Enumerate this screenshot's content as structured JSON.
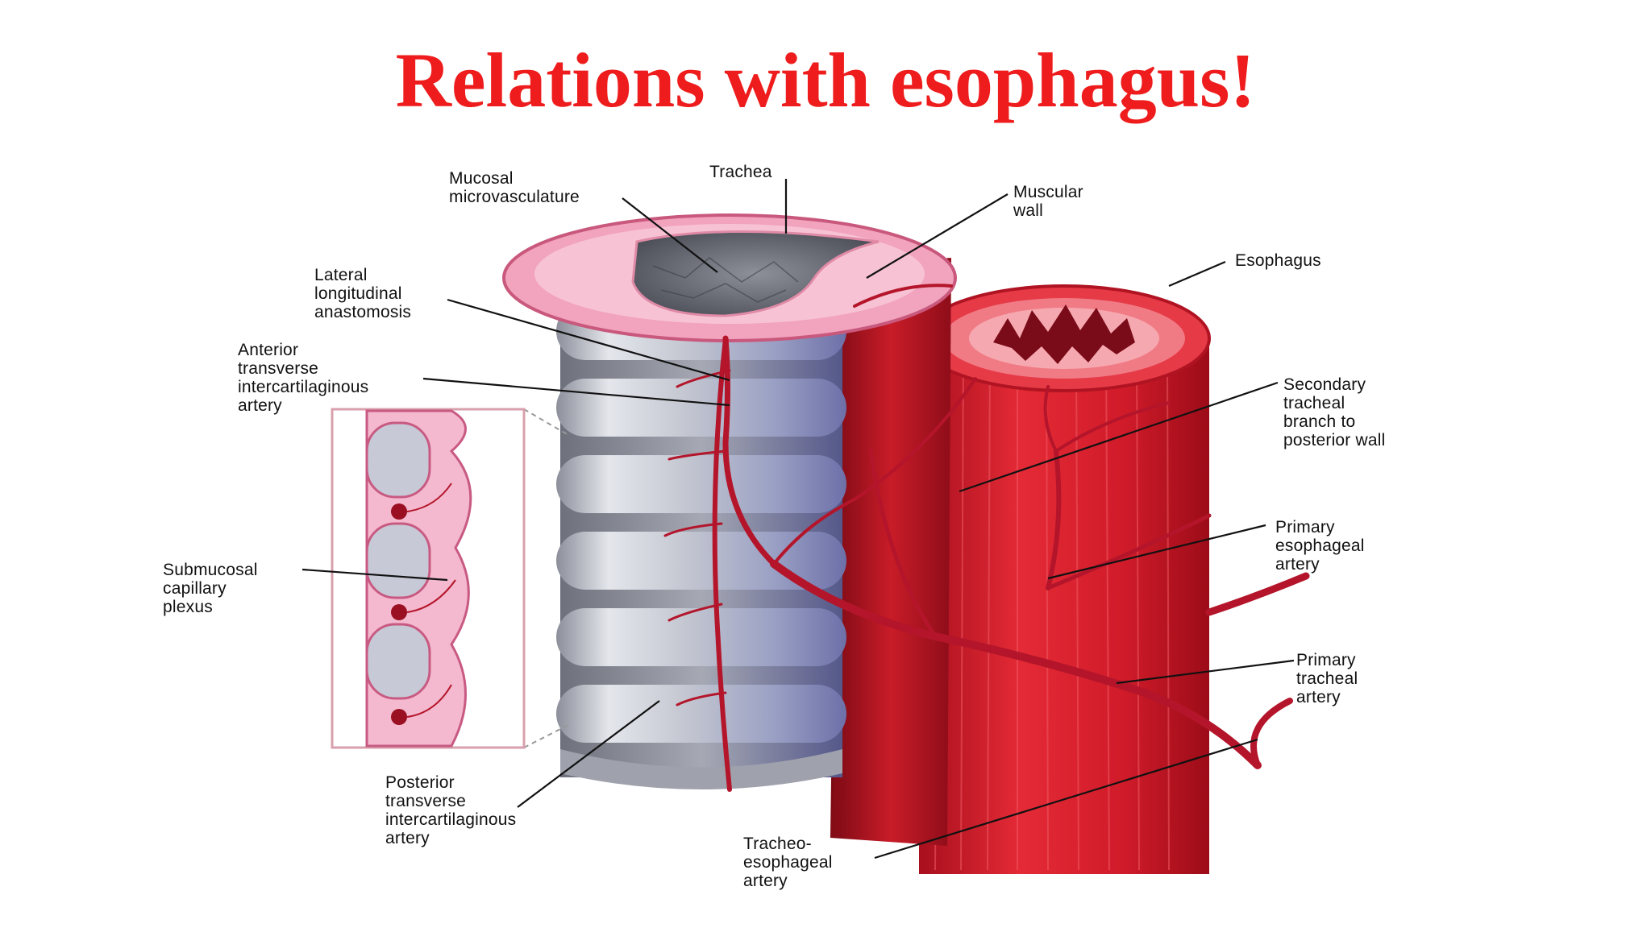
{
  "title": "Relations with esophagus!",
  "colors": {
    "title": "#ee1c1c",
    "esophagus": "#d81f2c",
    "artery": "#b4152a",
    "trachea_ring": "#c9ccd6",
    "mucosa": "#f2a3bd",
    "submucosa_panel": "#f4b9cf"
  },
  "labels": {
    "mucosal_microvasculature": "Mucosal\nmicrovasculature",
    "trachea": "Trachea",
    "muscular_wall": "Muscular\nwall",
    "esophagus": "Esophagus",
    "lateral_longitudinal_anastomosis": "Lateral\nlongitudinal\nanastomosis",
    "anterior_transverse_intercartilaginous_artery": "Anterior\ntransverse\nintercartilaginous\nartery",
    "secondary_tracheal_branch": "Secondary\ntracheal\nbranch to\nposterior wall",
    "submucosal_capillary_plexus": "Submucosal\ncapillary\nplexus",
    "primary_esophageal_artery": "Primary\nesophageal\nartery",
    "primary_tracheal_artery": "Primary\ntracheal\nartery",
    "posterior_transverse_intercartilaginous_artery": "Posterior\ntransverse\nintercartilaginous\nartery",
    "tracheo_esophageal_artery": "Tracheo-\nesophageal\nartery"
  }
}
